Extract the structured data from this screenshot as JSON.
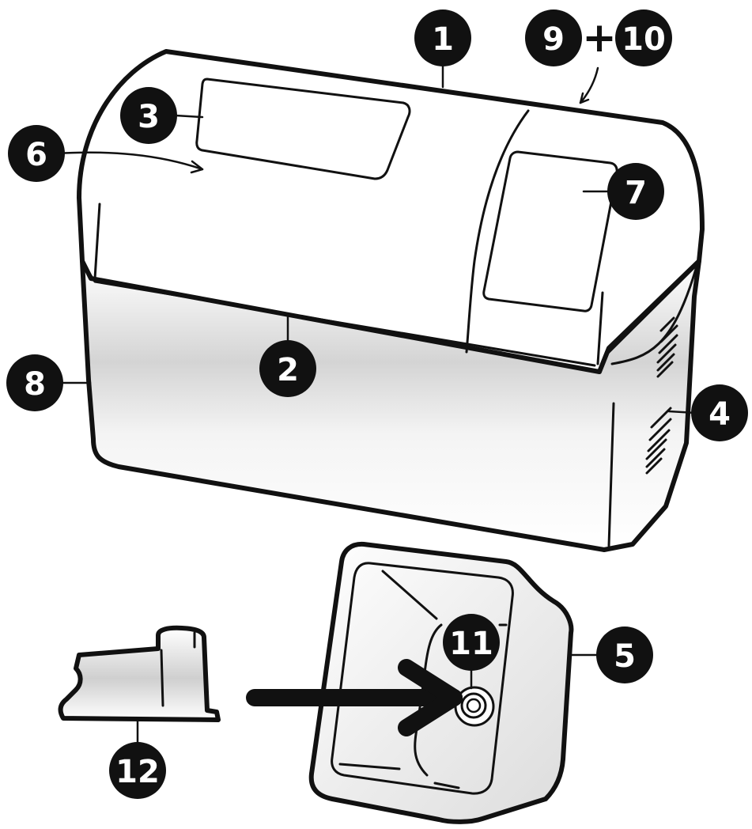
{
  "callouts": {
    "c1": "1",
    "c2": "2",
    "c3": "3",
    "c4": "4",
    "c5": "5",
    "c6": "6",
    "c7": "7",
    "c8": "8",
    "c9": "9",
    "plus": "+",
    "c10": "10",
    "c11": "11",
    "c12": "12"
  },
  "colors": {
    "ink": "#111111",
    "paper": "#ffffff",
    "shade": "#d9d9d9"
  }
}
